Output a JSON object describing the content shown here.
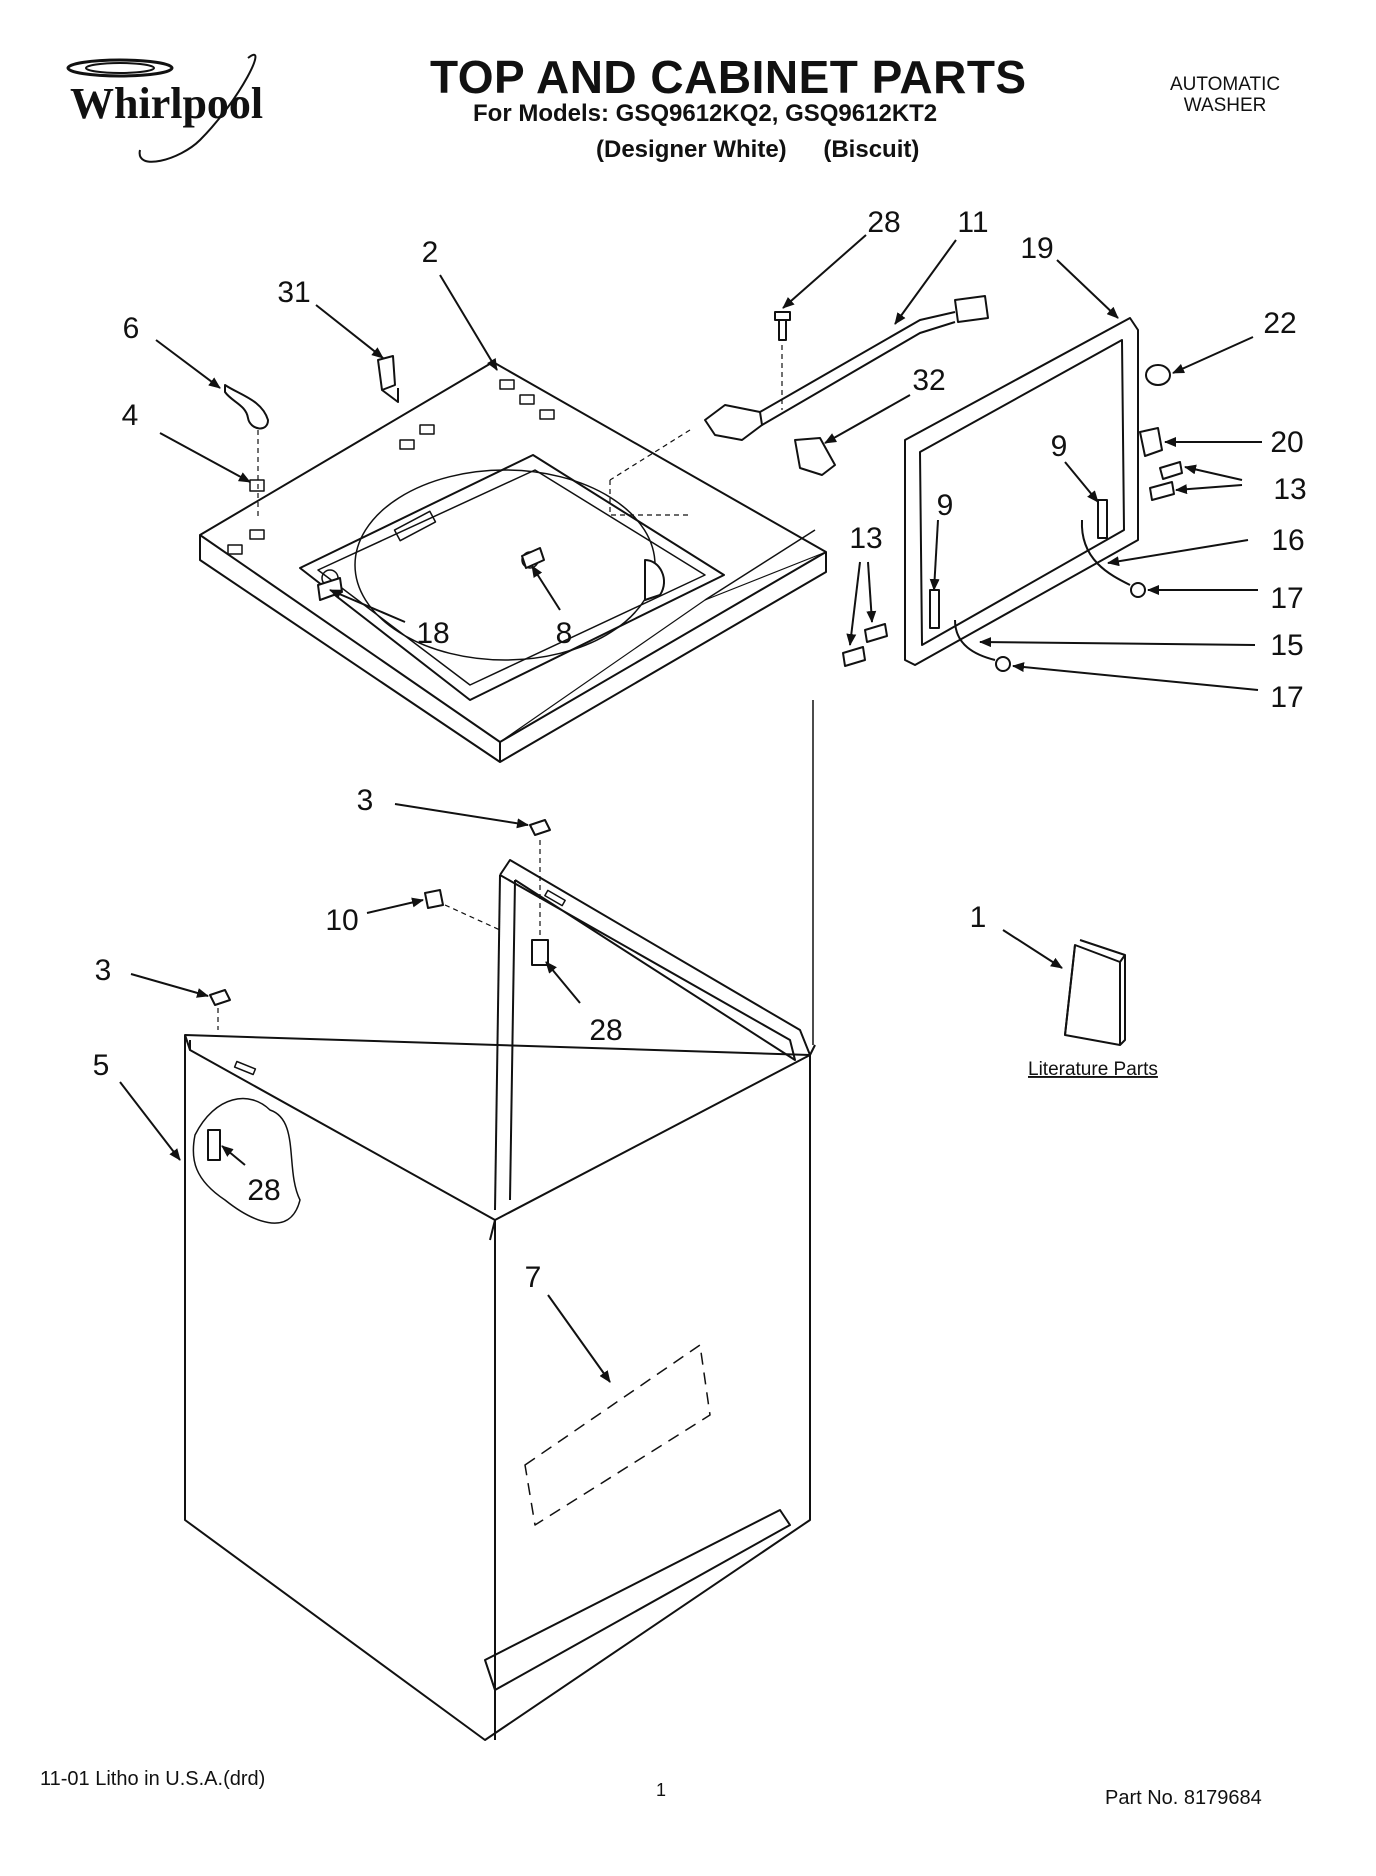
{
  "header": {
    "brand": "Whirlpool",
    "title": "TOP AND CABINET PARTS",
    "models_line": "For Models: GSQ9612KQ2, GSQ9612KT2",
    "variant_1": "(Designer White)",
    "variant_2": "(Biscuit)",
    "appliance_line1": "AUTOMATIC",
    "appliance_line2": "WASHER"
  },
  "diagram": {
    "callouts": [
      "2",
      "31",
      "6",
      "4",
      "18",
      "8",
      "28",
      "11",
      "19",
      "22",
      "32",
      "20",
      "9",
      "13",
      "16",
      "17",
      "15",
      "3",
      "10",
      "1",
      "5",
      "7"
    ],
    "literature_label": "Literature Parts"
  },
  "footer": {
    "print_info": "11-01 Litho in U.S.A.(drd)",
    "page_number": "1",
    "part_number": "Part No. 8179684"
  }
}
